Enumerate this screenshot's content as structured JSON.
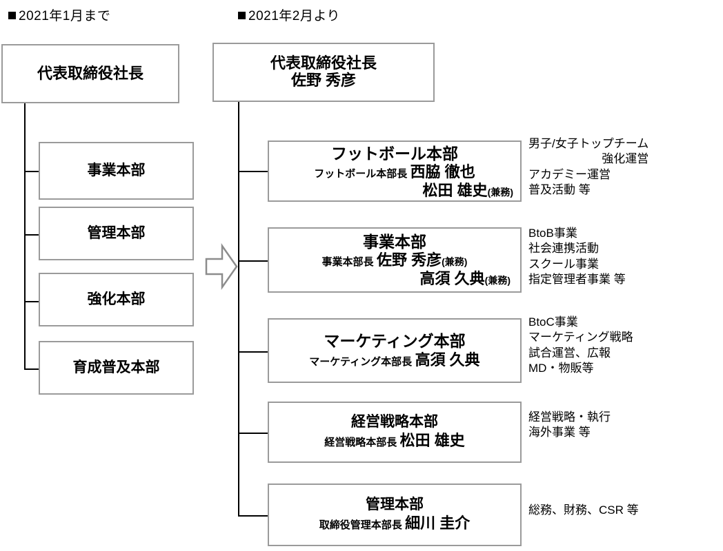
{
  "document": {
    "type": "organization-chart",
    "language": "ja"
  },
  "left_section": {
    "heading": "2021年1月まで",
    "bullet": "filled-square",
    "root": {
      "title": "代表取締役社長"
    },
    "children": [
      {
        "title": "事業本部"
      },
      {
        "title": "管理本部"
      },
      {
        "title": "強化本部"
      },
      {
        "title": "育成普及本部"
      }
    ]
  },
  "transition": {
    "icon": "right-block-arrow",
    "color": "#8c8c8c"
  },
  "right_section": {
    "heading": "2021年2月より",
    "bullet": "filled-square",
    "root": {
      "title": "代表取締役社長",
      "name": "佐野 秀彦"
    },
    "divisions": [
      {
        "title": "フットボール本部",
        "people": [
          {
            "role": "フットボール本部長",
            "name": "西脇 徹也",
            "suffix": ""
          },
          {
            "role": "",
            "name": "松田 雄史",
            "suffix": "(兼務)"
          }
        ],
        "notes": [
          "男子/女子トップチーム",
          "強化運営",
          "アカデミー運営",
          "普及活動 等"
        ],
        "notes_indent": [
          false,
          true,
          false,
          false
        ]
      },
      {
        "title": "事業本部",
        "people": [
          {
            "role": "事業本部長",
            "name": "佐野 秀彦",
            "suffix": "(兼務)"
          },
          {
            "role": "",
            "name": "高須 久典",
            "suffix": "(兼務)"
          }
        ],
        "notes": [
          "BtoB事業",
          "社会連携活動",
          "スクール事業",
          "指定管理者事業 等"
        ],
        "notes_indent": [
          false,
          false,
          false,
          false
        ]
      },
      {
        "title": "マーケティング本部",
        "people": [
          {
            "role": "マーケティング本部長",
            "name": "高須 久典",
            "suffix": ""
          }
        ],
        "notes": [
          "BtoC事業",
          "マーケティング戦略",
          "試合運営、広報",
          "MD・物販等"
        ],
        "notes_indent": [
          false,
          false,
          false,
          false
        ]
      },
      {
        "title": "経営戦略本部",
        "people": [
          {
            "role": "経営戦略本部長",
            "name": "松田 雄史",
            "suffix": ""
          }
        ],
        "notes": [
          "経営戦略・執行",
          "海外事業 等"
        ],
        "notes_indent": [
          false,
          false
        ]
      },
      {
        "title": "管理本部",
        "people": [
          {
            "role": "取締役管理本部長",
            "name": "細川 圭介",
            "suffix": ""
          }
        ],
        "notes": [
          "総務、財務、CSR 等"
        ],
        "notes_indent": [
          false
        ]
      }
    ]
  },
  "colors": {
    "box_border": "#9a9a9a",
    "connector": "#000000",
    "text": "#000000",
    "background": "#ffffff"
  }
}
